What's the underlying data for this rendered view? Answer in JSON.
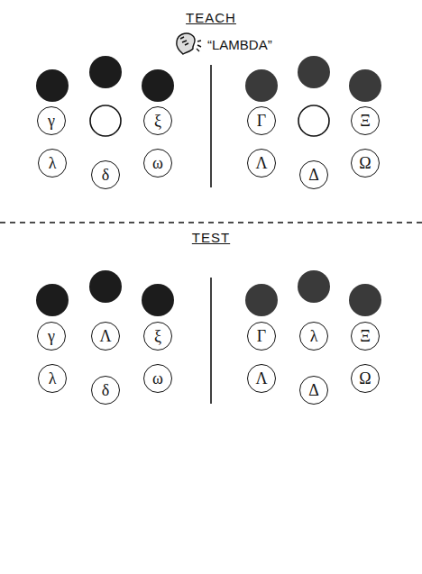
{
  "diagram": {
    "nodes": [
      {
        "text": [
          "γ"
        ]
      },
      {
        "text": [
          "ξ"
        ]
      },
      {
        "text": [
          "Γ"
        ]
      },
      {
        "text": [
          "Ξ"
        ]
      },
      {
        "text": [
          "λ"
        ]
      },
      {
        "text": [
          "δ"
        ]
      },
      {
        "text": [
          "ω"
        ]
      },
      {
        "text": [
          "Λ"
        ]
      },
      {
        "text": [
          "Δ"
        ]
      },
      {
        "text": [
          "Ω"
        ]
      },
      {
        "text": [
          "γ"
        ]
      },
      {
        "text": [
          "Λ"
        ]
      },
      {
        "text": [
          "ξ"
        ]
      },
      {
        "text": [
          "Γ"
        ]
      },
      {
        "text": [
          "λ"
        ]
      },
      {
        "text": [
          "Ξ"
        ]
      },
      {
        "text": [
          "λ"
        ]
      },
      {
        "text": [
          "δ"
        ]
      },
      {
        "text": [
          "ω"
        ]
      },
      {
        "text": [
          "Λ"
        ]
      },
      {
        "text": [
          "Δ"
        ]
      },
      {
        "text": [
          "Ω"
        ]
      }
    ],
    "labels": [
      "TEACH",
      "“LAMBDA”",
      "TEST"
    ]
  }
}
